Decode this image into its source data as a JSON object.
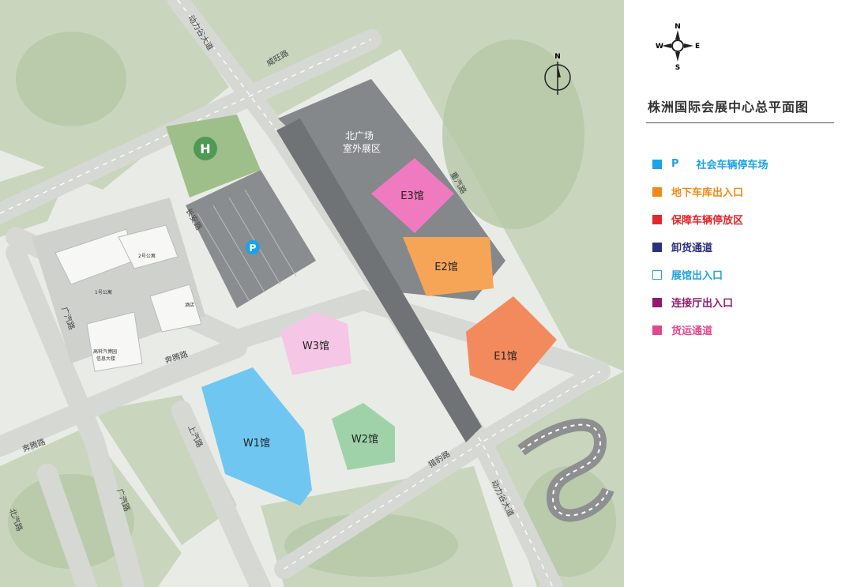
{
  "legend_title": "株洲国际会展中心总平面图",
  "compass": {
    "n": "N",
    "s": "S",
    "e": "E",
    "w": "W"
  },
  "north_arrow": "N",
  "legend": [
    {
      "icon": "parking-icon",
      "prefix": "P",
      "label": "社会车辆停车场",
      "color": "#1aa3e8"
    },
    {
      "icon": "underground-garage-icon",
      "prefix": "",
      "label": "地下车库出入口",
      "color": "#f08a17"
    },
    {
      "icon": "service-vehicle-icon",
      "prefix": "",
      "label": "保障车辆停放区",
      "color": "#e3262c"
    },
    {
      "icon": "unloading-icon",
      "prefix": "",
      "label": "卸货通道",
      "color": "#2a2f7c"
    },
    {
      "icon": "hall-entrance-icon",
      "prefix": "",
      "label": "展馆出入口",
      "color": "#23a5d8"
    },
    {
      "icon": "connector-entrance-icon",
      "prefix": "",
      "label": "连接厅出入口",
      "color": "#8e1b6f"
    },
    {
      "icon": "freight-icon",
      "prefix": "",
      "label": "货运通道",
      "color": "#e04a8c"
    }
  ],
  "halls": {
    "e3": "E3馆",
    "e2": "E2馆",
    "e1": "E1馆",
    "w3": "W3馆",
    "w1": "W1馆",
    "w2": "W2馆"
  },
  "areas": {
    "north_plaza_1": "北广场",
    "north_plaza_2": "室外展区",
    "apartment_1": "1号公寓",
    "apartment_2": "2号公寓",
    "hotel": "酒店",
    "office_1": "高科汽博园",
    "office_2": "信息大楼",
    "parking_p": "P",
    "helipad": "H"
  },
  "roads": {
    "dongli_n": "动力谷大道",
    "weiwang": "威旺路",
    "changan": "长安路",
    "benteng": "奔腾路",
    "shangqi": "上汽路",
    "guangqi": "广汽路",
    "beiqi": "北汽路",
    "zhongqi": "重汽路",
    "liebao": "猎豹路",
    "dongli_se": "动力谷大道"
  }
}
